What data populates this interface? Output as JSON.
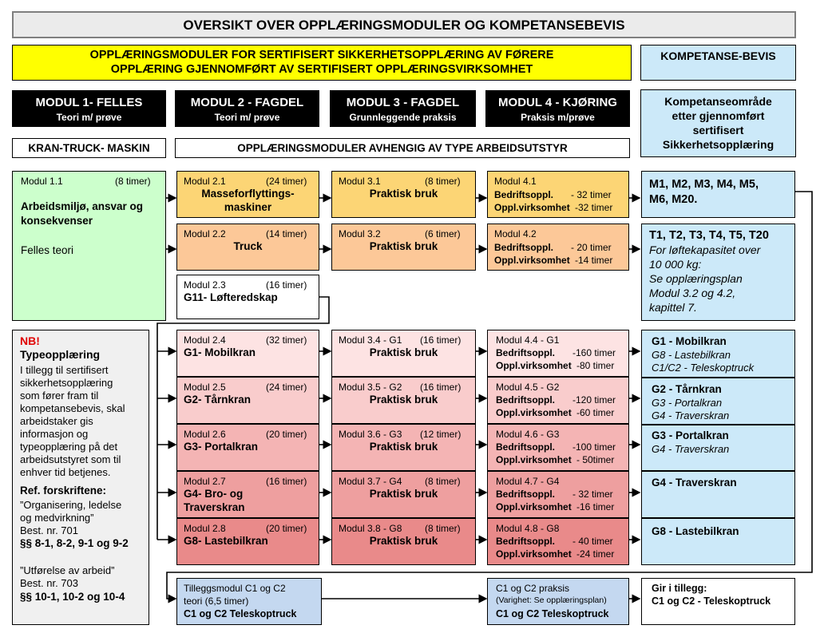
{
  "title": "OVERSIKT OVER OPPLÆRINGSMODULER OG KOMPETANSEBEVIS",
  "yellow_header": {
    "line1": "OPPLÆRINGSMODULER FOR SERTIFISERT SIKKERHETSOPPLÆRING AV FØRERE",
    "line2": "OPPLÆRING GJENNOMFØRT AV SERTIFISERT OPPLÆRINGSVIRKSOMHET"
  },
  "kompetansebevis_header": "KOMPETANSE-BEVIS",
  "module_headers": [
    {
      "title": "MODUL 1- FELLES",
      "sub": "Teori  m/ prøve"
    },
    {
      "title": "MODUL  2 - FAGDEL",
      "sub": "Teori     m/ prøve"
    },
    {
      "title": "MODUL 3 - FAGDEL",
      "sub": "Grunnleggende praksis"
    },
    {
      "title": "MODUL 4 - KJØRING",
      "sub": "Praksis m/prøve"
    }
  ],
  "kompetanseomrade": [
    "Kompetanseområde",
    "etter gjennomført",
    "sertifisert",
    "Sikkerhetsopplæring"
  ],
  "kran_truck": "KRAN-TRUCK- MASKIN",
  "avhengig": "OPPLÆRINGSMODULER AVHENGIG AV TYPE ARBEIDSUTSTYR",
  "modul1": {
    "label": "Modul 1.1",
    "hours": "(8 timer)",
    "title1": "Arbeidsmiljø, ansvar og",
    "title2": "konsekvenser",
    "sub": "Felles teori"
  },
  "modul2": [
    {
      "label": "Modul 2.1",
      "hours": "(24 timer)",
      "t1": "Masseforflyttings-",
      "t2": "maskiner"
    },
    {
      "label": "Modul 2.2",
      "hours": "(14 timer)",
      "t1": "Truck"
    },
    {
      "label": "Modul 2.3",
      "hours": "(16 timer)",
      "t1": "G11- Løfteredskap"
    },
    {
      "label": "Modul 2.4",
      "hours": "(32 timer)",
      "t1": "G1- Mobilkran"
    },
    {
      "label": "Modul 2.5",
      "hours": "(24 timer)",
      "t1": "G2- Tårnkran"
    },
    {
      "label": "Modul 2.6",
      "hours": "(20 timer)",
      "t1": "G3- Portalkran"
    },
    {
      "label": "Modul 2.7",
      "hours": "(16 timer)",
      "t1": "G4- Bro- og",
      "t2": "Traverskran"
    },
    {
      "label": "Modul 2.8",
      "hours": "(20 timer)",
      "t1": "G8- Lastebilkran"
    }
  ],
  "modul3": [
    {
      "label": "Modul 3.1",
      "hours": "(8 timer)",
      "t1": "Praktisk bruk"
    },
    {
      "label": "Modul 3.2",
      "hours": "(6 timer)",
      "t1": "Praktisk bruk"
    },
    {
      "label": "Modul 3.4 - G1",
      "hours": "(16 timer)",
      "t1": "Praktisk bruk"
    },
    {
      "label": "Modul 3.5 - G2",
      "hours": "(16 timer)",
      "t1": "Praktisk bruk"
    },
    {
      "label": "Modul 3.6 - G3",
      "hours": "(12 timer)",
      "t1": "Praktisk bruk"
    },
    {
      "label": "Modul 3.7 - G4",
      "hours": "(8 timer)",
      "t1": "Praktisk bruk"
    },
    {
      "label": "Modul 3.8 - G8",
      "hours": "(8 timer)",
      "t1": "Praktisk bruk"
    }
  ],
  "modul4": [
    {
      "label": "Modul 4.1",
      "a": "Bedriftsoppl.",
      "ah": "-  32 timer",
      "b": "Oppl.virksomhet",
      "bh": "-32  timer"
    },
    {
      "label": "Modul 4.2",
      "a": "Bedriftsoppl.",
      "ah": "-  20 timer",
      "b": "Oppl.virksomhet",
      "bh": "-14  timer"
    },
    {
      "label": "Modul 4.4 - G1",
      "a": "Bedriftsoppl.",
      "ah": "-160 timer",
      "b": "Oppl.virksomhet",
      "bh": "-80  timer"
    },
    {
      "label": "Modul 4.5 - G2",
      "a": "Bedriftsoppl.",
      "ah": "-120 timer",
      "b": "Oppl.virksomhet",
      "bh": "-60  timer"
    },
    {
      "label": "Modul 4.6 - G3",
      "a": "Bedriftsoppl.",
      "ah": "-100 timer",
      "b": "Oppl.virksomhet",
      "bh": "-  50timer"
    },
    {
      "label": "Modul 4.7 - G4",
      "a": "Bedriftsoppl.",
      "ah": "-  32 timer",
      "b": "Oppl.virksomhet",
      "bh": "-16  timer"
    },
    {
      "label": "Modul 4.8 - G8",
      "a": "Bedriftsoppl.",
      "ah": "-  40 timer",
      "b": "Oppl.virksomhet",
      "bh": "-24  timer"
    }
  ],
  "kompetanse": {
    "m": [
      "M1, M2, M3, M4, M5,",
      "M6, M20."
    ],
    "t": [
      "T1, T2, T3, T4, T5, T20",
      "For løftekapasitet over",
      "10 000 kg:",
      "Se opplæringsplan",
      "Modul 3.2 og 4.2,",
      "kapittel 7."
    ],
    "g1": [
      "G1 - Mobilkran",
      "G8 - Lastebilkran",
      "C1/C2 - Teleskoptruck"
    ],
    "g2": [
      "G2 - Tårnkran",
      "G3 - Portalkran",
      "G4 - Traverskran"
    ],
    "g3": [
      "G3 - Portalkran",
      "G4 - Traverskran"
    ],
    "g4": "G4 - Traverskran",
    "g8": "G8 - Lastebilkran",
    "gir": [
      "Gir i tillegg:",
      "C1 og C2  - Teleskoptruck"
    ]
  },
  "nb": {
    "title": "NB!",
    "heading": "Typeopplæring",
    "body": [
      "I tillegg til sertifisert",
      "sikkerhetsopplæring",
      "som fører fram til",
      "kompetansebevis, skal",
      "arbeidstaker gis",
      "informasjon og",
      "typeopplæring på det",
      "arbeidsutstyret som til",
      "enhver tid betjenes."
    ],
    "ref": "Ref. forskriftene:",
    "ref1": [
      "”Organisering, ledelse",
      "og medvirkning”",
      "Best. nr. 701"
    ],
    "ref1b": "§§ 8-1, 8-2, 9-1 og 9-2",
    "ref2": [
      "”Utførelse av arbeid”",
      "Best. nr. 703"
    ],
    "ref2b": "§§ 10-1, 10-2 og 10-4"
  },
  "tillegg": {
    "l1": "Tilleggsmodul C1 og C2",
    "l2": "teori (6,5 timer)",
    "l3": "C1 og C2 Teleskoptruck"
  },
  "c1c2_praksis": {
    "l1": "C1 og C2 praksis",
    "l2": "(Varighet: Se opplæringsplan)",
    "l3": "C1 og C2 Teleskoptruck"
  },
  "colors": {
    "yellow": "#ffff00",
    "light_blue": "#cce9f9",
    "green": "#ccffcc",
    "orange1": "#fcd575",
    "orange2": "#fcc898",
    "pink1": "#fde3e3",
    "pink2": "#f9cccc",
    "pink3": "#f4b4b4",
    "pink4": "#ee9f9f",
    "pink5": "#e98a8a",
    "blue_tillegg": "#c4d8f0",
    "grey": "#f0f0f0"
  }
}
